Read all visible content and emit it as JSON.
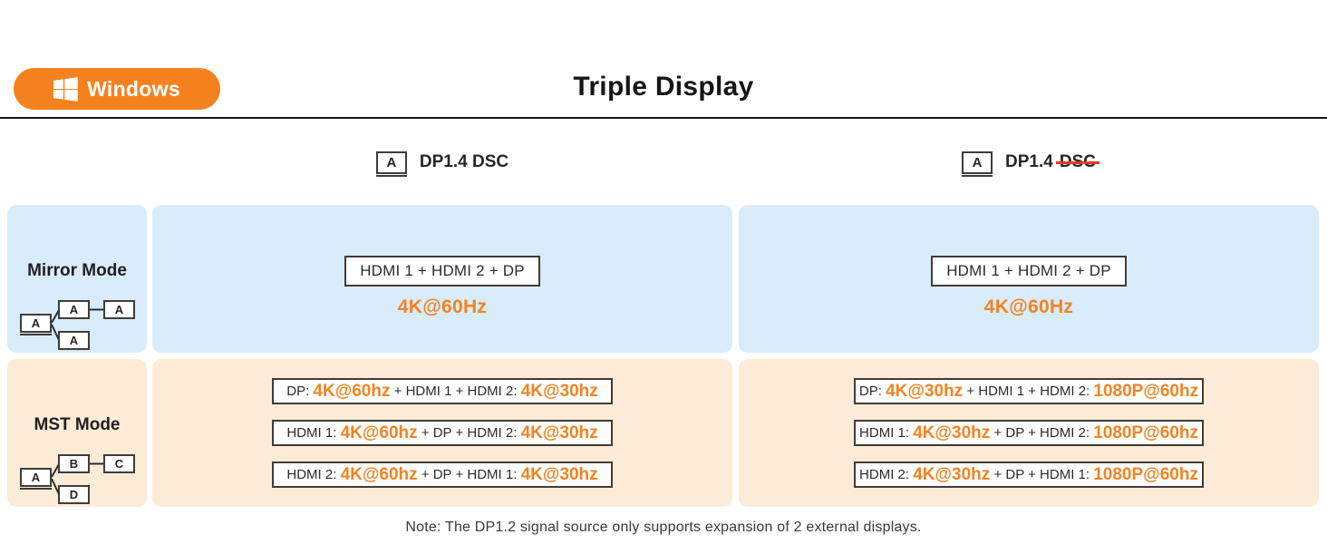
{
  "page": {
    "badge": {
      "label": "Windows"
    },
    "title": "Triple Display",
    "note": "Note: The DP1.2 signal source only supports expansion of 2 external displays."
  },
  "colors": {
    "accent_orange": "#F5821F",
    "panel_blue": "#D9ECFB",
    "panel_peach": "#FCEBD6",
    "strike_red": "#E23B22",
    "border_dark": "#3F3C38"
  },
  "headers": {
    "left": {
      "monitor": "A",
      "text": "DP1.4 DSC"
    },
    "right": {
      "monitor": "A",
      "text": "DP1.4",
      "struck": "DSC"
    }
  },
  "modes": [
    {
      "name": "Mirror Mode",
      "diagram": {
        "source": "A",
        "top": "A",
        "right": "A",
        "bottom": "A"
      }
    },
    {
      "name": "MST Mode",
      "diagram": {
        "source": "A",
        "top": "B",
        "right": "C",
        "bottom": "D"
      }
    }
  ],
  "mirror": {
    "left": {
      "combo": "HDMI 1 + HDMI 2 + DP",
      "speed": "4K@60Hz"
    },
    "right": {
      "combo": "HDMI 1 + HDMI 2 + DP",
      "speed": "4K@60Hz"
    }
  },
  "mst": {
    "left": {
      "rows": [
        {
          "p1": "DP: ",
          "v1": "4K@60hz",
          "p2": " + HDMI 1 + HDMI 2: ",
          "v2": "4K@30hz"
        },
        {
          "p1": "HDMI 1: ",
          "v1": "4K@60hz",
          "p2": " + DP + HDMI 2: ",
          "v2": "4K@30hz"
        },
        {
          "p1": "HDMI 2: ",
          "v1": "4K@60hz",
          "p2": " + DP + HDMI 1: ",
          "v2": "4K@30hz"
        }
      ]
    },
    "right": {
      "rows": [
        {
          "p1": "DP: ",
          "v1": "4K@30hz",
          "p2": " + HDMI 1 + HDMI 2: ",
          "v2": "1080P@60hz"
        },
        {
          "p1": "HDMI 1: ",
          "v1": "4K@30hz",
          "p2": " + DP + HDMI 2: ",
          "v2": "1080P@60hz"
        },
        {
          "p1": "HDMI 2: ",
          "v1": "4K@30hz",
          "p2": " + DP + HDMI 1: ",
          "v2": "1080P@60hz"
        }
      ]
    }
  }
}
